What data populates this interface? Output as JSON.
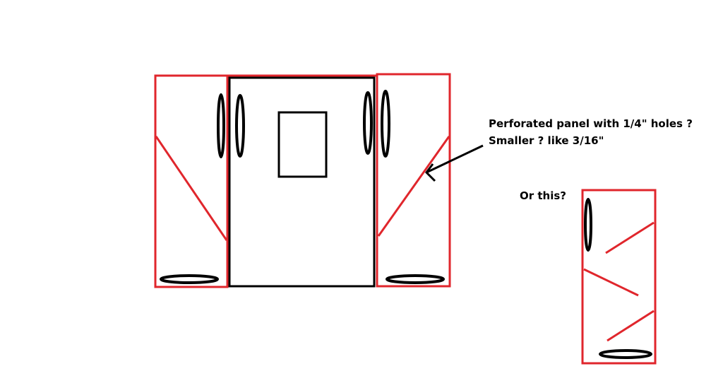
{
  "colors": {
    "background": "#ffffff",
    "red": "#e0262c",
    "black": "#000000"
  },
  "annotations": {
    "main_line1": "Perforated panel with 1/4\" holes ?",
    "main_line2": "Smaller ? like 3/16\"",
    "alternative": "Or this?"
  }
}
